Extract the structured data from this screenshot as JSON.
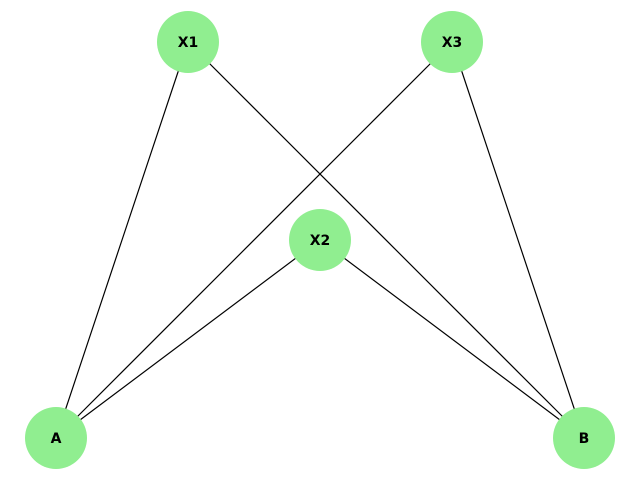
{
  "graph": {
    "node_color": "#90ee90",
    "edge_color": "#000000",
    "label_color": "#000000",
    "nodes": [
      {
        "id": "X1",
        "label": "X1"
      },
      {
        "id": "X3",
        "label": "X3"
      },
      {
        "id": "X2",
        "label": "X2"
      },
      {
        "id": "A",
        "label": "A"
      },
      {
        "id": "B",
        "label": "B"
      }
    ],
    "edges": [
      {
        "source": "A",
        "target": "X1"
      },
      {
        "source": "A",
        "target": "X2"
      },
      {
        "source": "A",
        "target": "X3"
      },
      {
        "source": "B",
        "target": "X1"
      },
      {
        "source": "B",
        "target": "X2"
      },
      {
        "source": "B",
        "target": "X3"
      }
    ]
  }
}
